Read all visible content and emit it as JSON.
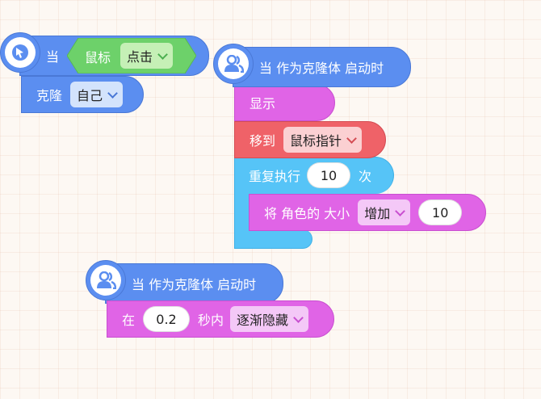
{
  "colors": {
    "event_blue": "#5b8ef0",
    "looks_pink": "#e064e6",
    "motion_red": "#ef6268",
    "control_cyan": "#56c4f7",
    "sensing_green": "#6dd16a"
  },
  "script1": {
    "icon": "mouse-icon",
    "when_label": "当",
    "condition_label": "鼠标",
    "condition_value": "点击",
    "clone_label": "克隆",
    "clone_value": "自己"
  },
  "script2": {
    "icon": "clone-user-icon",
    "hat_label": "当 作为克隆体 启动时",
    "show_label": "显示",
    "move_label": "移到",
    "move_value": "鼠标指针",
    "repeat_label": "重复执行",
    "repeat_count": "10",
    "repeat_suffix": "次",
    "change_label": "将 角色的 大小",
    "change_op": "增加",
    "change_value": "10"
  },
  "script3": {
    "icon": "clone-user-icon",
    "hat_label": "当 作为克隆体 启动时",
    "in_label": "在",
    "duration": "0.2",
    "unit_label": "秒内",
    "effect_value": "逐渐隐藏"
  }
}
